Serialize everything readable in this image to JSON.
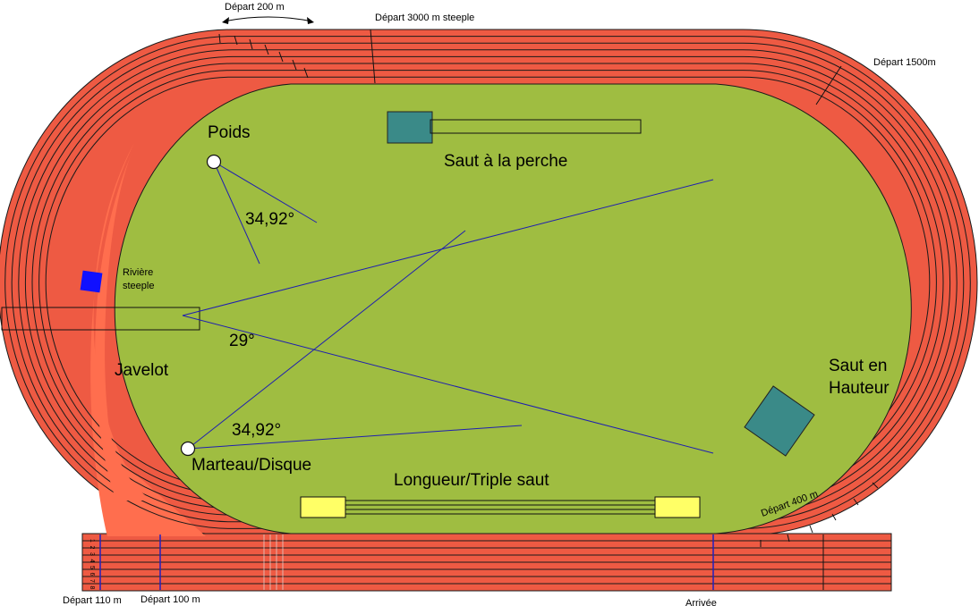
{
  "colors": {
    "track": "#ee5a43",
    "track_inner_zone": "#ff6e4e",
    "field": "#9fbd41",
    "lane_line": "#1a1a1a",
    "sector_line": "#1f1fb0",
    "pit": "#3a8a88",
    "board": "#ffff66",
    "water_jump": "#1010ff"
  },
  "labels": {
    "depart_200": "Départ 200 m",
    "depart_3000": "Départ 3000 m steeple",
    "depart_1500": "Départ 1500m",
    "depart_400": "Départ 400 m",
    "depart_110": "Départ 110 m",
    "depart_100": "Départ 100 m",
    "arrivee": "Arrivée",
    "poids": "Poids",
    "perche": "Saut à la perche",
    "riviere_1": "Rivière",
    "riviere_2": "steeple",
    "javelot": "Javelot",
    "hauteur_1": "Saut en",
    "hauteur_2": "Hauteur",
    "marteau": "Marteau/Disque",
    "longueur": "Longueur/Triple saut",
    "angle_poids": "34,92°",
    "angle_javelot": "29°",
    "angle_marteau": "34,92°",
    "lane_numbers": [
      "1",
      "2",
      "3",
      "4",
      "5",
      "6",
      "7",
      "8"
    ]
  }
}
